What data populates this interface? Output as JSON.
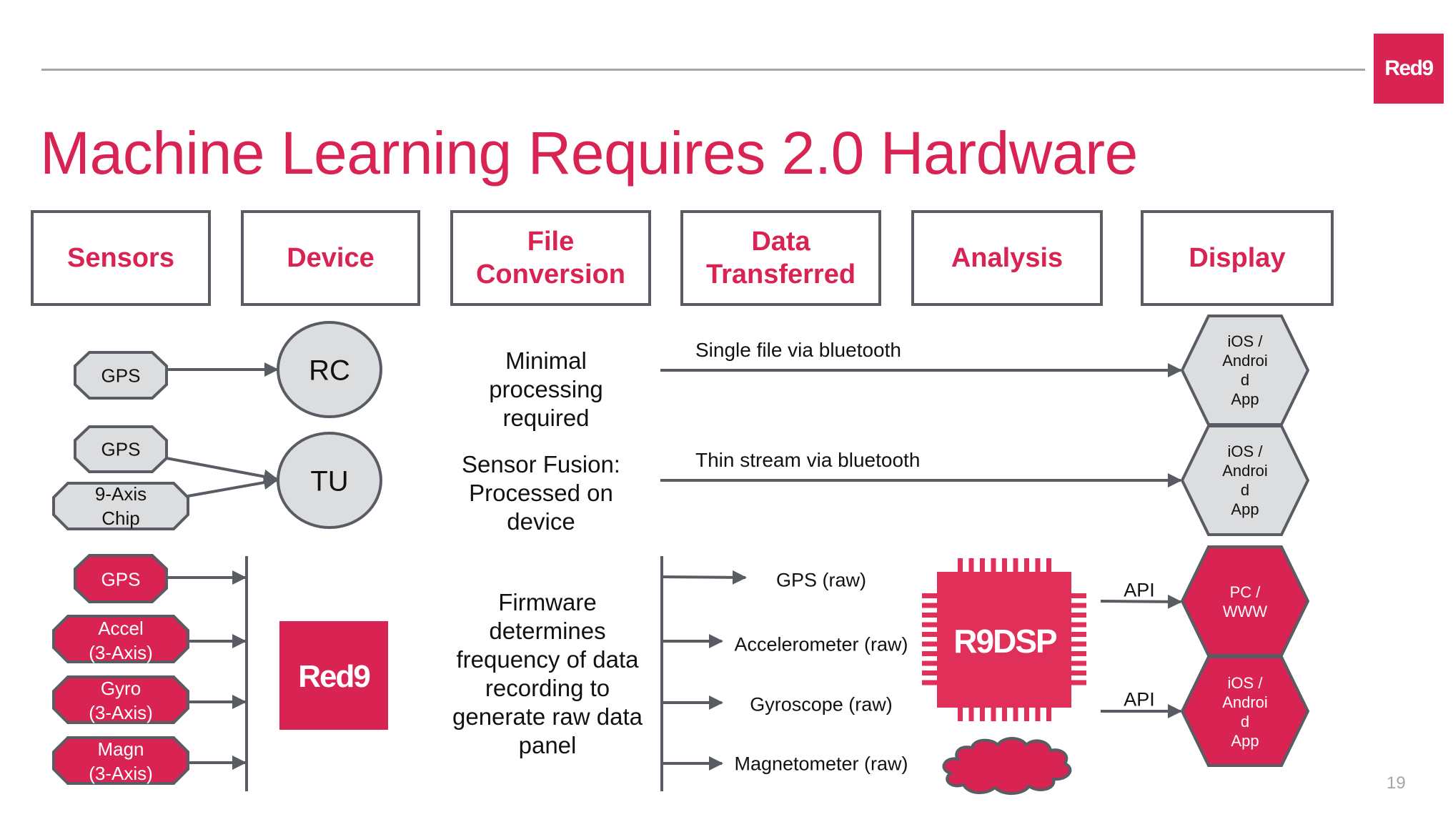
{
  "slide": {
    "title": "Machine Learning Requires 2.0 Hardware",
    "logo_text": "Red9",
    "page_number": "19",
    "colors": {
      "brand": "#d92352",
      "stroke": "#595d63",
      "node_gray": "#dcdddf",
      "rule": "#a6a6a6"
    }
  },
  "columns": [
    {
      "label": "Sensors"
    },
    {
      "label": "Device"
    },
    {
      "label": "File\nConversion"
    },
    {
      "label": "Data\nTransferred"
    },
    {
      "label": "Analysis"
    },
    {
      "label": "Display"
    }
  ],
  "rows": {
    "rc": {
      "sensors": [
        "GPS"
      ],
      "device": "RC",
      "conversion": "Minimal\nprocessing\nrequired",
      "transfer": "Single file via bluetooth",
      "display": "iOS /\nAndroi\nd\nApp"
    },
    "tu": {
      "sensors": [
        "GPS",
        "9-Axis\nChip"
      ],
      "device": "TU",
      "conversion": "Sensor Fusion:\nProcessed on\ndevice",
      "transfer": "Thin stream via bluetooth",
      "display": "iOS /\nAndroi\nd\nApp"
    },
    "red9": {
      "sensors": [
        "GPS",
        "Accel\n(3-Axis)",
        "Gyro\n(3-Axis)",
        "Magn\n(3-Axis)"
      ],
      "device_logo": "Red9",
      "conversion": "Firmware\ndetermines\nfrequency of data\nrecording to\ngenerate raw data\npanel",
      "raw_outputs": [
        "GPS (raw)",
        "Accelerometer (raw)",
        "Gyroscope (raw)",
        "Magnetometer (raw)"
      ],
      "analysis_chip": "R9DSP",
      "analysis_cloud_icon": "cloud-icon",
      "api_labels": [
        "API",
        "API"
      ],
      "displays": [
        "PC /\nWWW",
        "iOS /\nAndroi\nd\nApp"
      ]
    }
  }
}
